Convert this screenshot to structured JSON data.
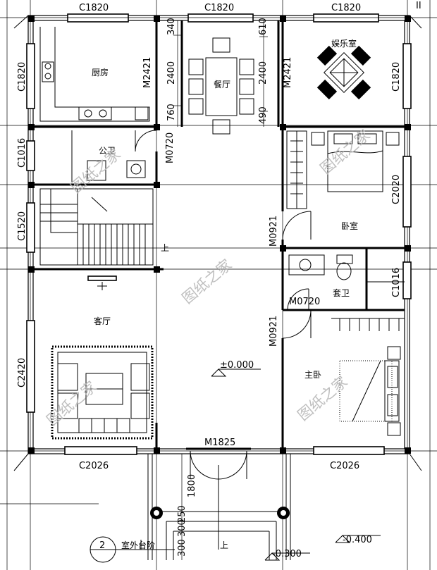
{
  "rooms": {
    "kitchen": "厨房",
    "dining": "餐厅",
    "entertainment": "娱乐室",
    "public_bath": "公卫",
    "bedroom": "卧室",
    "ensuite": "套卫",
    "living": "客厅",
    "master_bedroom": "主卧",
    "outdoor_steps": "室外台阶"
  },
  "windows": {
    "top_left": "C1820",
    "top_mid": "C1820",
    "top_right": "C1820",
    "left_kitchen": "C1820",
    "right_ent": "C1820",
    "left_bath": "C1016",
    "left_stair": "C1520",
    "left_living": "C2420",
    "right_bed": "C2020",
    "right_bath": "C1016",
    "bottom_left": "C2026",
    "bottom_right": "C2026"
  },
  "doors": {
    "kitchen": "M2421",
    "ent": "M2421",
    "bath": "M0720",
    "bed": "M0921",
    "ensuite": "M0720",
    "master": "M0921",
    "entrance": "M1825"
  },
  "dims": {
    "d340": "340",
    "d2400a": "2400",
    "d760": "760",
    "d610": "610",
    "d2400b": "2400",
    "d490": "490",
    "d1800": "1800",
    "d250": "250",
    "d300a": "300",
    "d300b": "300"
  },
  "elevations": {
    "floor": "±0.000",
    "outside": "-0.400",
    "step": "-0.300"
  },
  "stair_up_a": "上",
  "stair_up_b": "上",
  "section_no": "2",
  "top_corner_mark": "II",
  "watermark": "图纸之家"
}
